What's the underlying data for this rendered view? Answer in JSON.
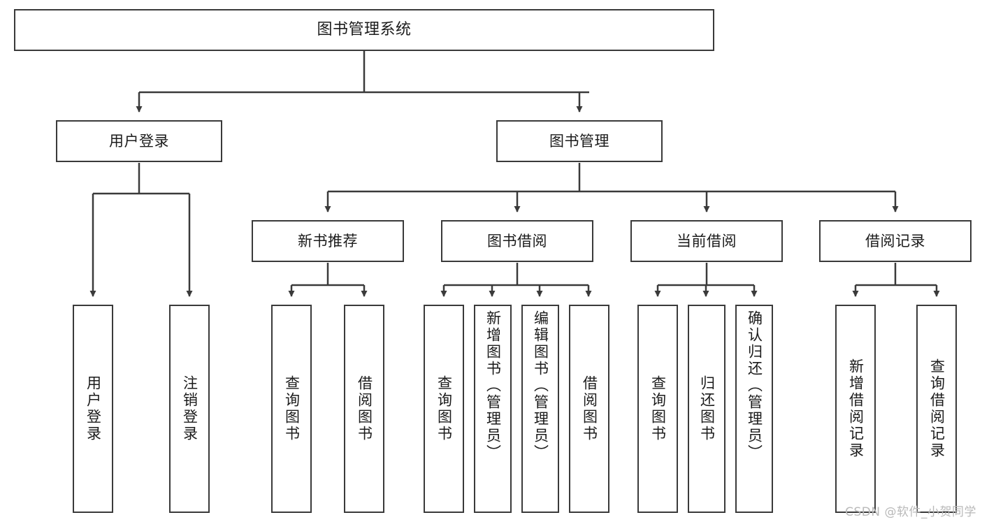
{
  "diagram": {
    "title": "图书管理系统",
    "type": "tree",
    "orientation": "top-down",
    "colors": {
      "box_border": "#3a3a3a",
      "box_fill": "#ffffff",
      "connector": "#3a3a3a",
      "text": "#1b1b1b",
      "watermark": "#b9b9b9",
      "background": "#ffffff"
    },
    "root": {
      "label": "图书管理系统"
    },
    "level2": [
      {
        "label": "用户登录"
      },
      {
        "label": "图书管理"
      }
    ],
    "level3": [
      {
        "label": "新书推荐"
      },
      {
        "label": "图书借阅"
      },
      {
        "label": "当前借阅"
      },
      {
        "label": "借阅记录"
      }
    ],
    "leaves": {
      "user_login": [
        {
          "label": "用户登录"
        },
        {
          "label": "注销登录"
        }
      ],
      "new_book_recommend": [
        {
          "label": "查询图书"
        },
        {
          "label": "借阅图书"
        }
      ],
      "book_borrow": [
        {
          "label": "查询图书"
        },
        {
          "label": "新增图书（管理员）"
        },
        {
          "label": "编辑图书（管理员）"
        },
        {
          "label": "借阅图书"
        }
      ],
      "current_borrow": [
        {
          "label": "查询图书"
        },
        {
          "label": "归还图书"
        },
        {
          "label": "确认归还（管理员）"
        }
      ],
      "borrow_record": [
        {
          "label": "新增借阅记录"
        },
        {
          "label": "查询借阅记录"
        }
      ]
    }
  },
  "watermark": {
    "text": "CSDN @软件_小贺同学"
  }
}
